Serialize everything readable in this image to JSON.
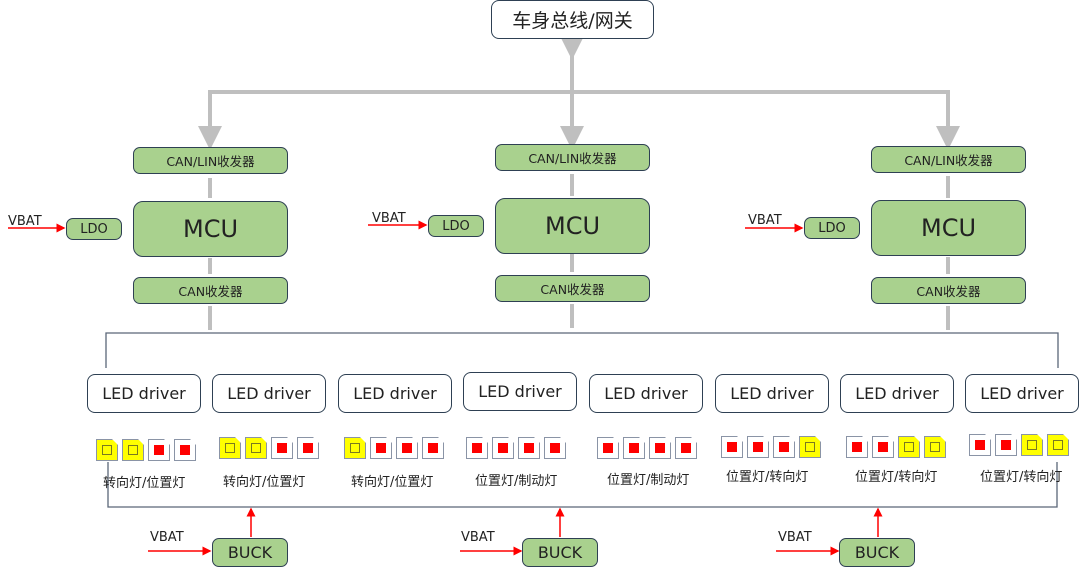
{
  "gateway": {
    "label": "车身总线/网关"
  },
  "ecus": [
    {
      "canlin": "CAN/LIN收发器",
      "mcu": "MCU",
      "can": "CAN收发器",
      "ldo": "LDO",
      "vbat": "VBAT"
    },
    {
      "canlin": "CAN/LIN收发器",
      "mcu": "MCU",
      "can": "CAN收发器",
      "ldo": "LDO",
      "vbat": "VBAT"
    },
    {
      "canlin": "CAN/LIN收发器",
      "mcu": "MCU",
      "can": "CAN收发器",
      "ldo": "LDO",
      "vbat": "VBAT"
    }
  ],
  "led_drivers": [
    {
      "label": "LED driver",
      "lamps": [
        "yellow",
        "yellow",
        "red",
        "red"
      ],
      "lamp_label": "转向灯/位置灯"
    },
    {
      "label": "LED driver",
      "lamps": [
        "yellow",
        "yellow",
        "red",
        "red"
      ],
      "lamp_label": "转向灯/位置灯"
    },
    {
      "label": "LED driver",
      "lamps": [
        "yellow",
        "red",
        "red",
        "red"
      ],
      "lamp_label": "转向灯/位置灯"
    },
    {
      "label": "LED driver",
      "lamps": [
        "red",
        "red",
        "red",
        "red"
      ],
      "lamp_label": "位置灯/制动灯"
    },
    {
      "label": "LED driver",
      "lamps": [
        "red",
        "red",
        "red",
        "red"
      ],
      "lamp_label": "位置灯/制动灯"
    },
    {
      "label": "LED driver",
      "lamps": [
        "red",
        "red",
        "red",
        "yellow"
      ],
      "lamp_label": "位置灯/转向灯"
    },
    {
      "label": "LED driver",
      "lamps": [
        "red",
        "red",
        "yellow",
        "yellow"
      ],
      "lamp_label": "位置灯/转向灯"
    },
    {
      "label": "LED driver",
      "lamps": [
        "red",
        "red",
        "yellow",
        "yellow"
      ],
      "lamp_label": "位置灯/转向灯"
    }
  ],
  "bucks": [
    {
      "label": "BUCK",
      "vbat": "VBAT"
    },
    {
      "label": "BUCK",
      "vbat": "VBAT"
    },
    {
      "label": "BUCK",
      "vbat": "VBAT"
    }
  ],
  "colors": {
    "module_fill": "#a9d18e",
    "border": "#2e4053",
    "bus_gray": "#bfbfbf",
    "power_red": "#ff0000",
    "turn_lamp": "#ffff00",
    "position_lamp": "#ff0000"
  }
}
